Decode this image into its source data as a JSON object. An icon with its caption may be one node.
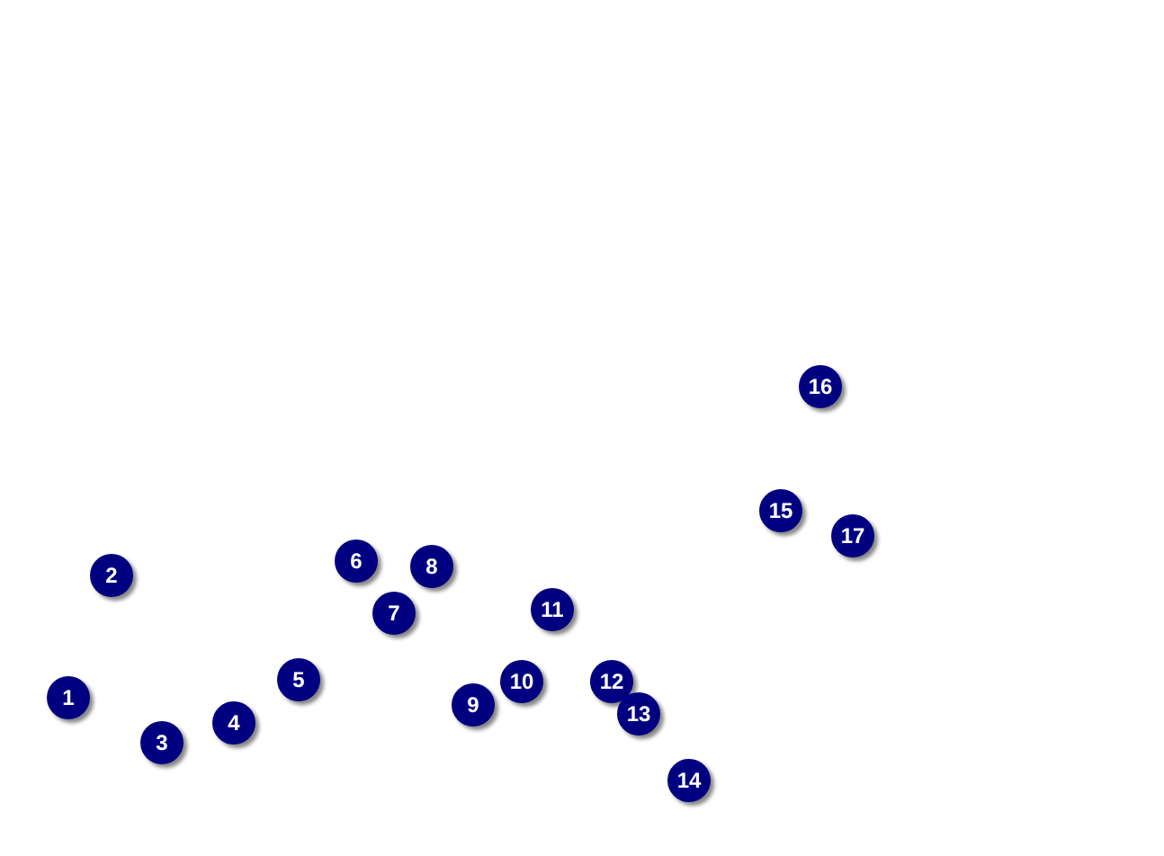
{
  "diagram": {
    "nodes": [
      {
        "text": [
          "1"
        ]
      },
      {
        "text": [
          "2"
        ]
      },
      {
        "text": [
          "3"
        ]
      },
      {
        "text": [
          "4"
        ]
      },
      {
        "text": [
          "5"
        ]
      },
      {
        "text": [
          "6"
        ]
      },
      {
        "text": [
          "7"
        ]
      },
      {
        "text": [
          "8"
        ]
      },
      {
        "text": [
          "9"
        ]
      },
      {
        "text": [
          "10"
        ]
      },
      {
        "text": [
          "11"
        ]
      },
      {
        "text": [
          "12"
        ]
      },
      {
        "text": [
          "13"
        ]
      },
      {
        "text": [
          "14"
        ]
      },
      {
        "text": [
          "15"
        ]
      },
      {
        "text": [
          "16"
        ]
      },
      {
        "text": [
          "17"
        ]
      }
    ]
  }
}
